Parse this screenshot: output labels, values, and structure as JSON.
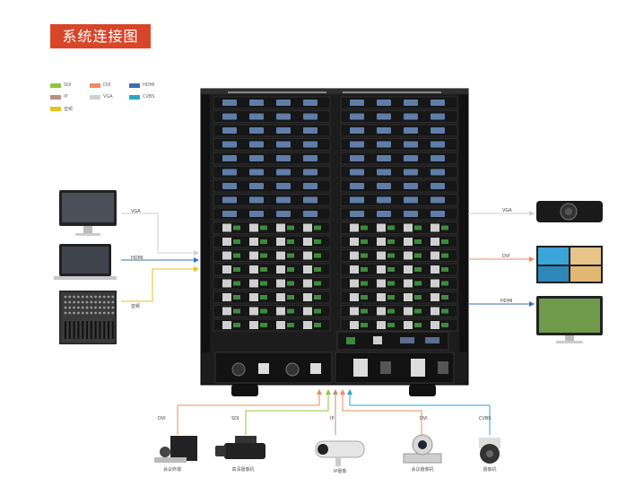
{
  "title": "系统连接图",
  "legend": [
    {
      "label": "SDI",
      "color": "#8dc63f"
    },
    {
      "label": "DVI",
      "color": "#f08a5d"
    },
    {
      "label": "HDMI",
      "color": "#3a6fb0"
    },
    {
      "label": "IP",
      "color": "#b5908a"
    },
    {
      "label": "VGA",
      "color": "#cfcfcf"
    },
    {
      "label": "CVBS",
      "color": "#2aa7c7"
    },
    {
      "label": "音频",
      "color": "#e8c21d"
    }
  ],
  "inputs_left": [
    {
      "label": "VGA",
      "device": "desktop-monitor",
      "color": "#cfcfcf"
    },
    {
      "label": "HDMI",
      "device": "laptop",
      "color": "#3a6fb0"
    },
    {
      "label": "音频",
      "device": "audio-mixer",
      "color": "#e8c21d"
    }
  ],
  "outputs_right": [
    {
      "label": "VGA",
      "device": "projector",
      "color": "#cfcfcf"
    },
    {
      "label": "DVI",
      "device": "video-wall",
      "color": "#f08a5d"
    },
    {
      "label": "HDMI",
      "device": "lcd-monitor",
      "color": "#3a6fb0"
    }
  ],
  "inputs_bottom": [
    {
      "label": "DVI",
      "caption": "会议终端",
      "color": "#f08a5d"
    },
    {
      "label": "SDI",
      "caption": "高清摄像机",
      "color": "#8dc63f"
    },
    {
      "label": "IP",
      "caption": "IP摄像",
      "color": "#b5908a"
    },
    {
      "label": "DVI",
      "caption": "会议摄像机",
      "color": "#f08a5d"
    },
    {
      "label": "CVBS",
      "caption": "摄像机",
      "color": "#2aa7c7"
    }
  ]
}
